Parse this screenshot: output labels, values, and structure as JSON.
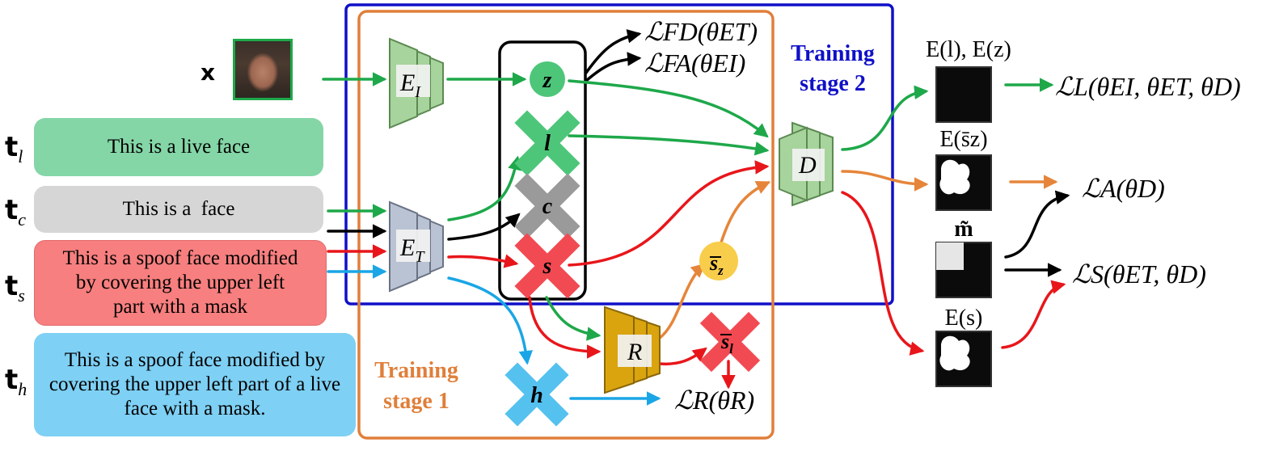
{
  "input": {
    "x_label": "x"
  },
  "prompts": [
    {
      "key": "l",
      "symbol": "t",
      "sub": "l",
      "text": "This is a live face"
    },
    {
      "key": "c",
      "symbol": "t",
      "sub": "c",
      "text": "This is a  face"
    },
    {
      "key": "s",
      "symbol": "t",
      "sub": "s",
      "text": "This is a spoof face modified by covering the upper left part with a mask"
    },
    {
      "key": "h",
      "symbol": "t",
      "sub": "h",
      "text": "This is a spoof face modified by covering the upper left part of a live face with a mask."
    }
  ],
  "encoders": {
    "image": "E",
    "image_sub": "I",
    "text": "E",
    "text_sub": "T",
    "reconstructor": "R",
    "decoder": "D"
  },
  "embeddings": {
    "z": "z",
    "l": "l",
    "c": "c",
    "s": "s",
    "h": "h",
    "s_bar_z": "s",
    "s_bar_z_sub": "z",
    "s_bar_l": "s",
    "s_bar_l_sub": "l"
  },
  "stages": {
    "stage1": "Training\nstage 1",
    "stage2": "Training\nstage 2"
  },
  "outputs": {
    "e_l_e_z": "E(l), E(z)",
    "e_s_bar_z": "E(s̄z)",
    "m_tilde": "m̃",
    "e_s": "E(s)"
  },
  "losses": {
    "fd": "ℒFD(θET)",
    "fa": "ℒFA(θEI)",
    "l": "ℒL(θEI, θET, θD)",
    "a": "ℒA(θD)",
    "s": "ℒS(θET, θD)",
    "r": "ℒR(θR)"
  },
  "colors": {
    "green": "#1ea84a",
    "black": "#000000",
    "red": "#e8161b",
    "blue": "#1aa6e6",
    "orange": "#e6853a",
    "stage1": "#e07f3a",
    "stage2": "#1010c8"
  }
}
